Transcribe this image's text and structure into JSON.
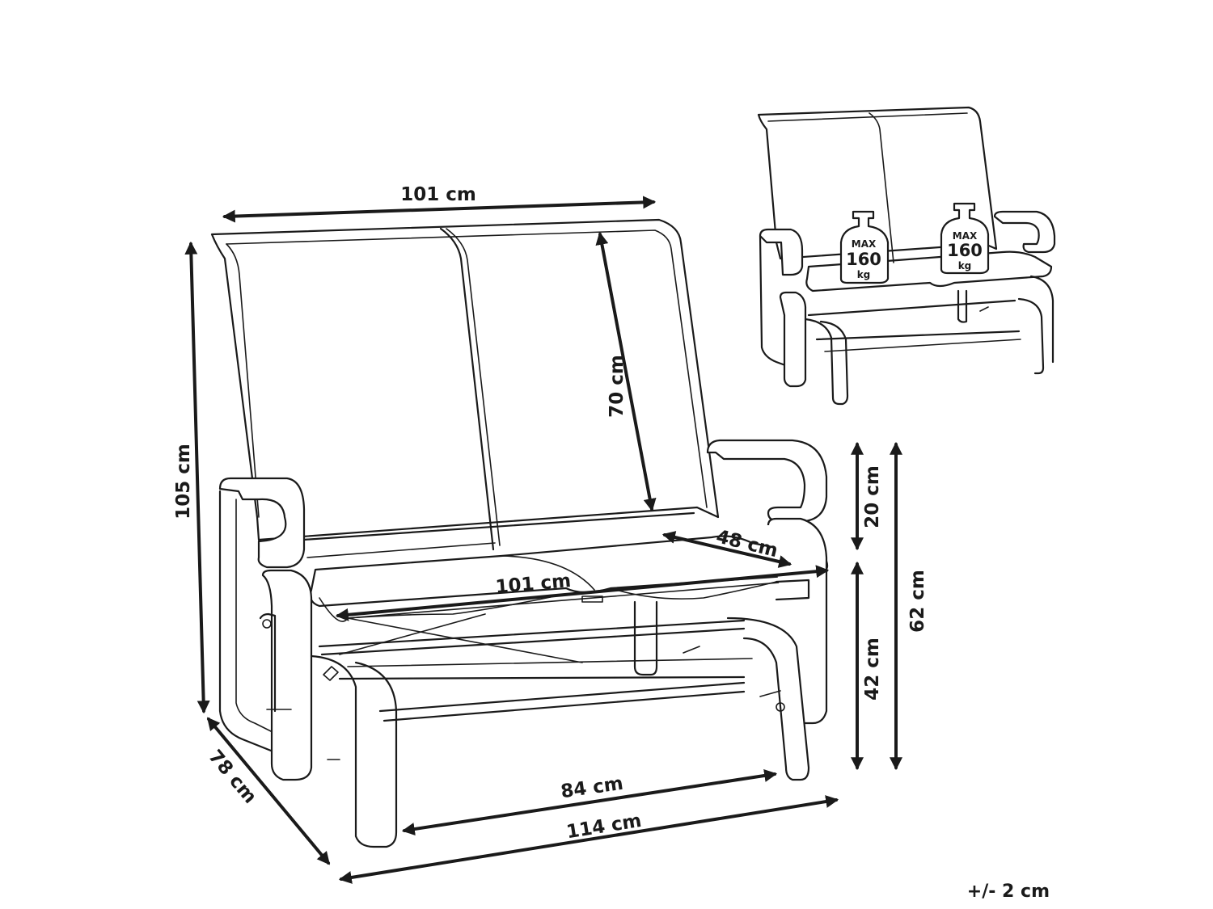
{
  "dimensions": {
    "backrest_width": "101 cm",
    "total_height": "105 cm",
    "backrest_height": "70 cm",
    "seat_depth": "48 cm",
    "seat_width": "101 cm",
    "armrest_height": "20 cm",
    "seat_height": "42 cm",
    "armrest_total_height": "62 cm",
    "depth": "78 cm",
    "inner_width": "84 cm",
    "total_width": "114 cm"
  },
  "tolerance": "+/- 2 cm",
  "max_load": {
    "label": "MAX",
    "value": "160",
    "unit": "kg"
  }
}
